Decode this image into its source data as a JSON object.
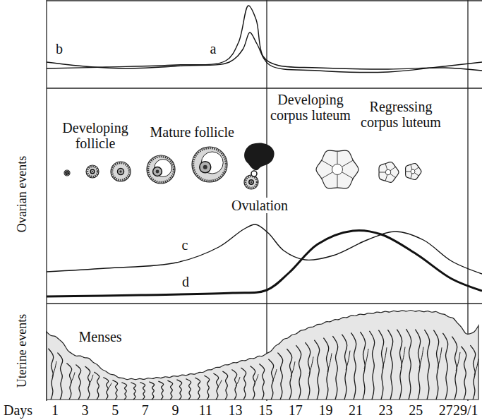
{
  "diagram": {
    "labels": [
      "b",
      "a",
      "Developing follicle",
      "Mature follicle",
      "Developing corpus luteum",
      "Regressing corpus luteum",
      "Ovulation",
      "Ovarian events",
      "c",
      "d",
      "Menses",
      "Uterine events",
      "Days",
      "1",
      "3",
      "5",
      "7",
      "9",
      "11",
      "13",
      "15",
      "17",
      "19",
      "21",
      "23",
      "25",
      "27",
      "29/1"
    ]
  }
}
